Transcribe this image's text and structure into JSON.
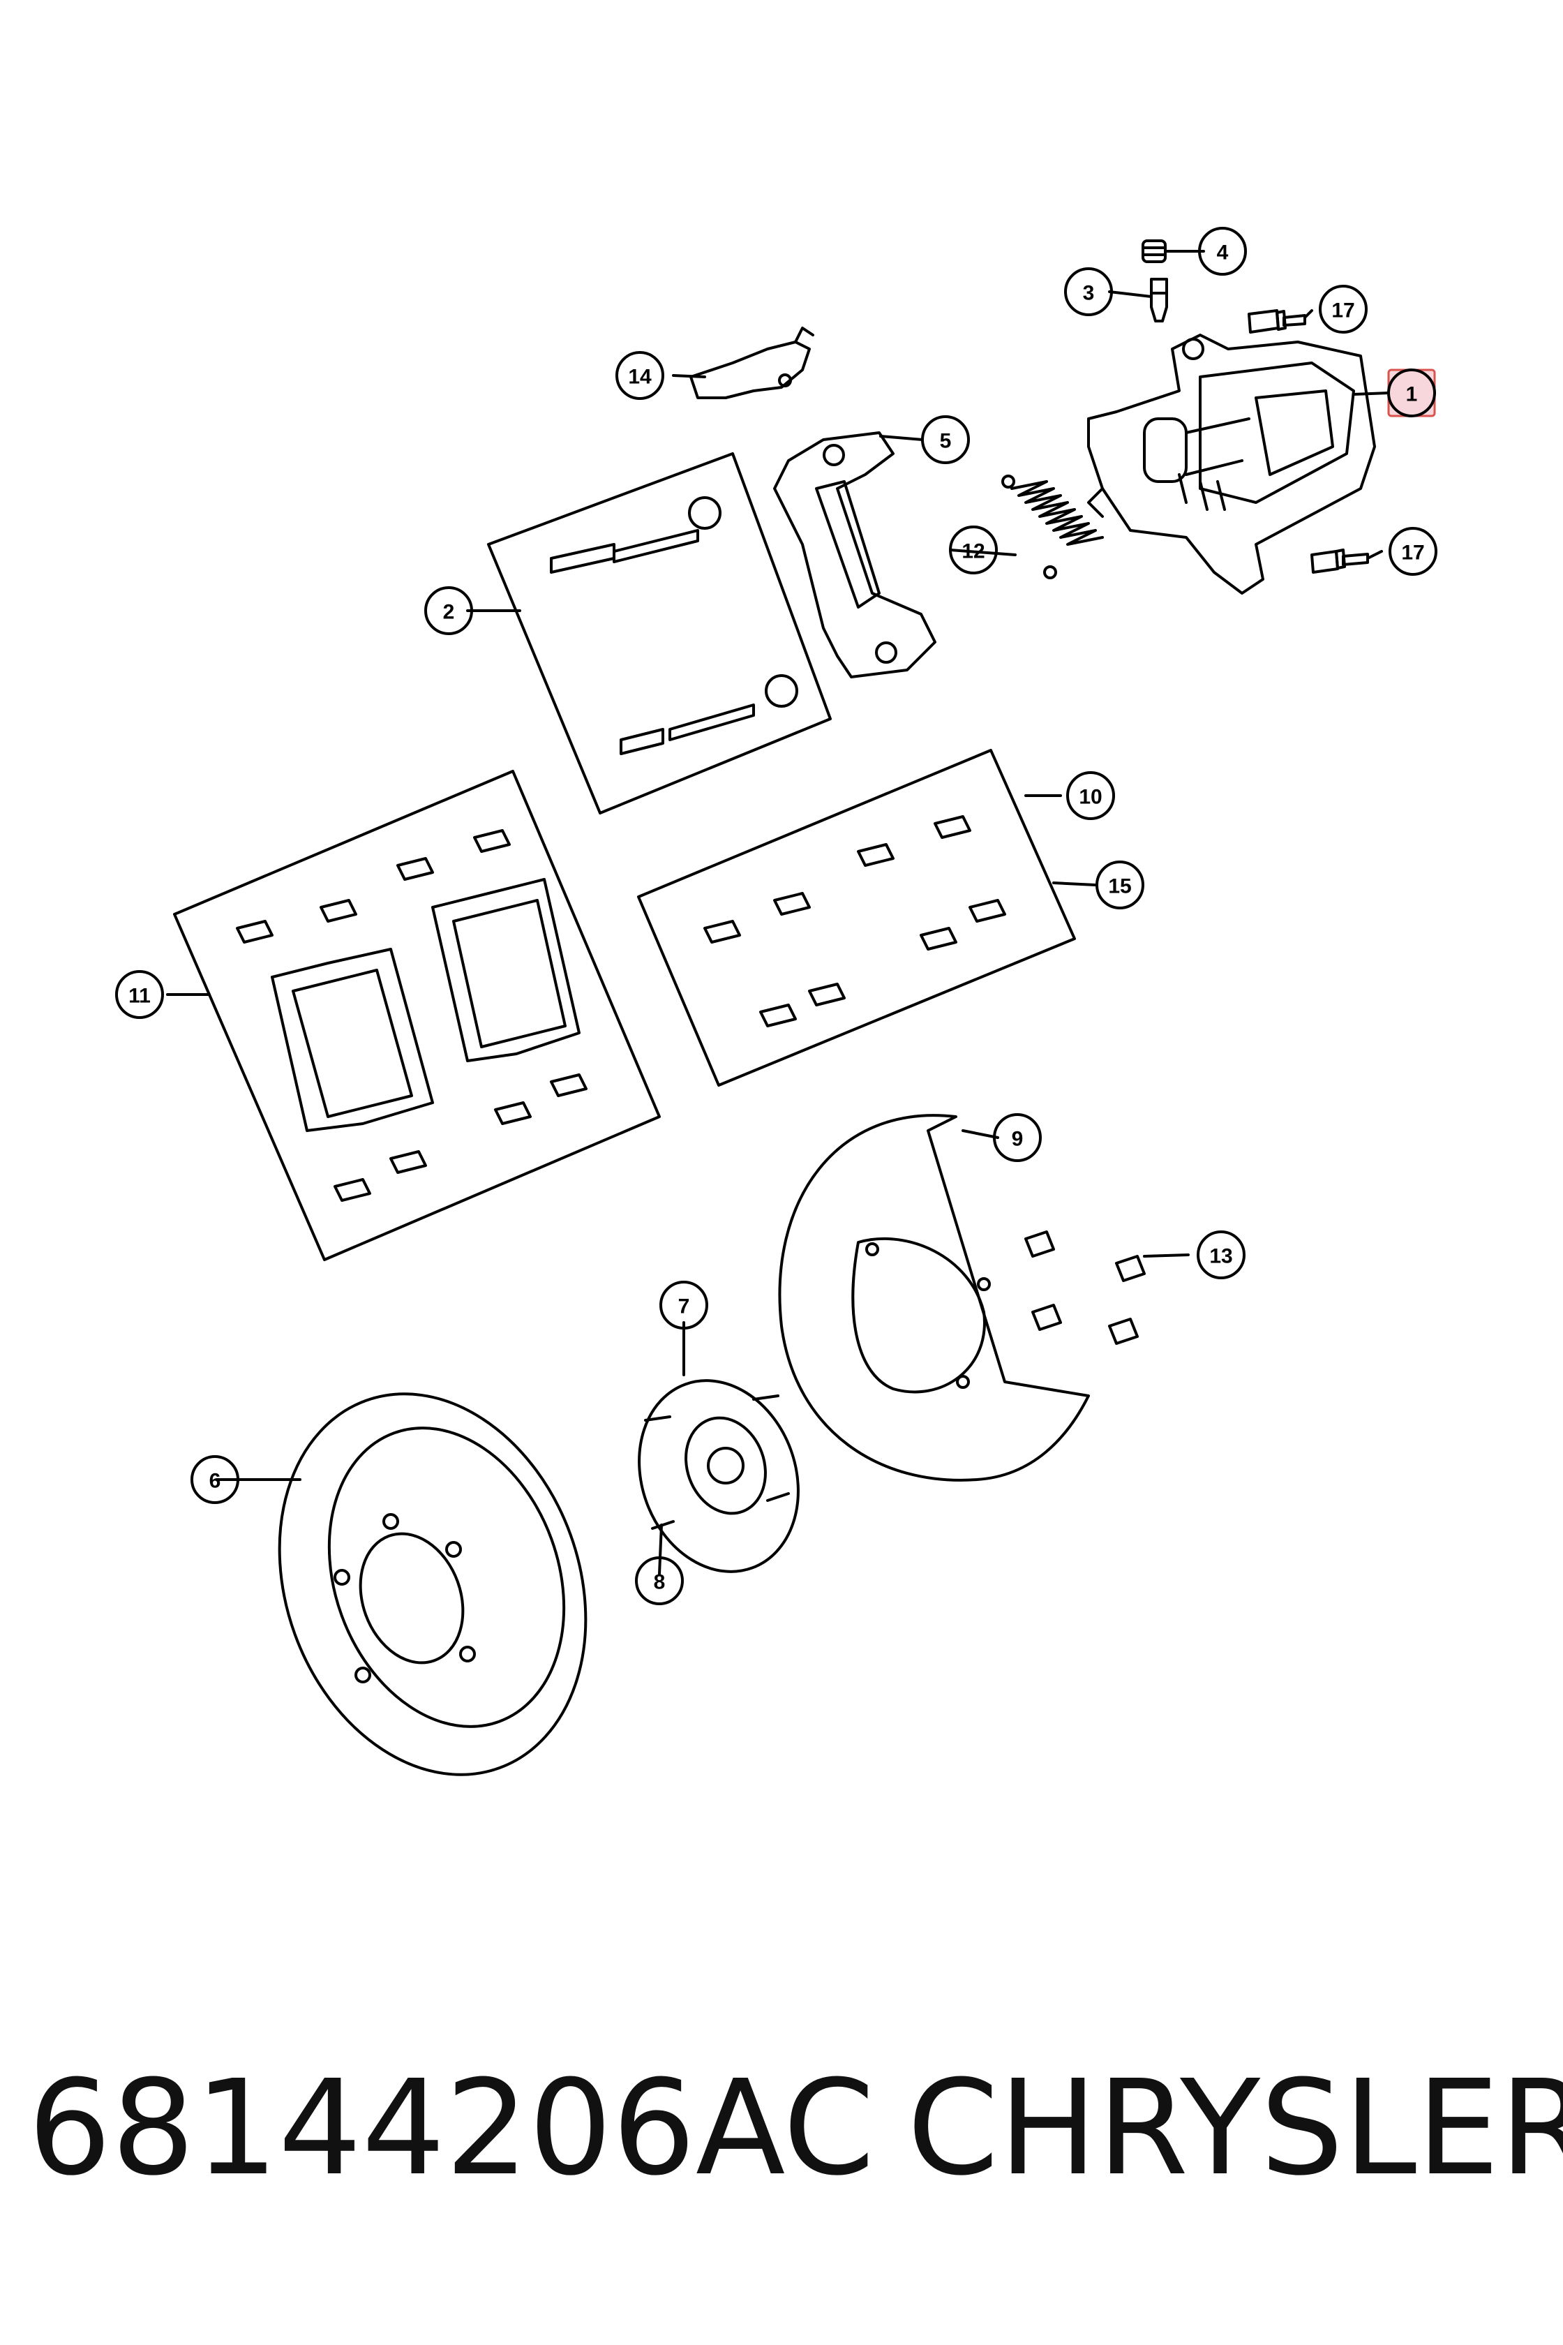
{
  "callouts": [
    {
      "id": "1",
      "label": "1",
      "highlighted": true
    },
    {
      "id": "2",
      "label": "2"
    },
    {
      "id": "3",
      "label": "3"
    },
    {
      "id": "4",
      "label": "4"
    },
    {
      "id": "5",
      "label": "5"
    },
    {
      "id": "6",
      "label": "6"
    },
    {
      "id": "7",
      "label": "7"
    },
    {
      "id": "8",
      "label": "8"
    },
    {
      "id": "9",
      "label": "9"
    },
    {
      "id": "10",
      "label": "10"
    },
    {
      "id": "11",
      "label": "11"
    },
    {
      "id": "12",
      "label": "12"
    },
    {
      "id": "13",
      "label": "13"
    },
    {
      "id": "14",
      "label": "14"
    },
    {
      "id": "15",
      "label": "15"
    },
    {
      "id": "17a",
      "label": "17"
    },
    {
      "id": "17b",
      "label": "17"
    }
  ],
  "footer": {
    "part_number": "68144206AC",
    "brand": "CHRYSLER"
  },
  "colors": {
    "line": "#000000",
    "highlight_fill": "#f8d7dc",
    "highlight_border": "#d9534f"
  }
}
